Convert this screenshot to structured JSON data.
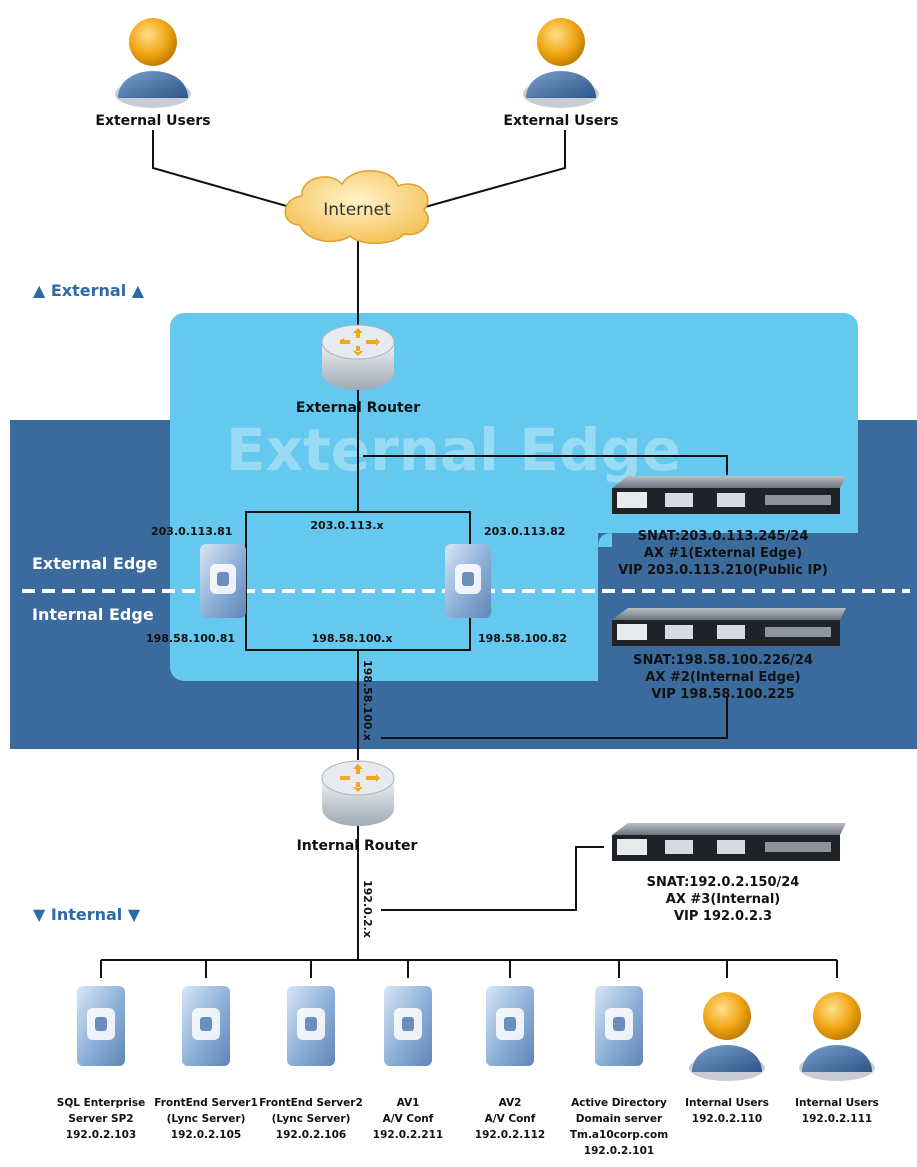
{
  "external_zone_label": "▲ External ▲",
  "internal_zone_label": "▼ Internal ▼",
  "watermark": "External Edge",
  "external_edge_label": "External Edge",
  "internal_edge_label": "Internal Edge",
  "external_users": [
    {
      "label": "External Users"
    },
    {
      "label": "External Users"
    }
  ],
  "internet_label": "Internet",
  "external_router_label": "External Router",
  "internal_router_label": "Internal Router",
  "subnets": {
    "top": "203.0.113.x",
    "bottom": "198.58.100.x",
    "vertical": "198.58.100.x",
    "internal": "192.0.2.x"
  },
  "adc_ips": {
    "left_top": "203.0.113.81",
    "left_bottom": "198.58.100.81",
    "right_top": "203.0.113.82",
    "right_bottom": "198.58.100.82"
  },
  "ax_devices": [
    {
      "lines": [
        "SNAT:203.0.113.245/24",
        "AX #1(External Edge)",
        "VIP 203.0.113.210(Public IP)"
      ]
    },
    {
      "lines": [
        "SNAT:198.58.100.226/24",
        "AX #2(Internal Edge)",
        "VIP 198.58.100.225"
      ]
    },
    {
      "lines": [
        "SNAT:192.0.2.150/24",
        "AX #3(Internal)",
        "VIP 192.0.2.3"
      ]
    }
  ],
  "nodes": [
    {
      "kind": "server",
      "lines": [
        "SQL Enterprise",
        "Server SP2",
        "192.0.2.103"
      ]
    },
    {
      "kind": "server",
      "lines": [
        "FrontEnd Server1",
        "(Lync Server)",
        "192.0.2.105"
      ]
    },
    {
      "kind": "server",
      "lines": [
        "FrontEnd Server2",
        "(Lync Server)",
        "192.0.2.106"
      ]
    },
    {
      "kind": "server",
      "lines": [
        "AV1",
        "A/V Conf",
        "192.0.2.211"
      ]
    },
    {
      "kind": "server",
      "lines": [
        "AV2",
        "A/V Conf",
        "192.0.2.112"
      ]
    },
    {
      "kind": "server",
      "lines": [
        "Active Directory",
        "Domain server",
        "Tm.a10corp.com",
        "192.0.2.101"
      ]
    },
    {
      "kind": "user",
      "lines": [
        "Internal Users",
        "192.0.2.110"
      ]
    },
    {
      "kind": "user",
      "lines": [
        "Internal Users",
        "192.0.2.111"
      ]
    }
  ],
  "colors": {
    "dark_band": "#3b6b9c",
    "light_panel": "#64c8ef",
    "zone_text": "#2f6aa8",
    "user_head": "#f2a818",
    "user_body": "#43699a"
  }
}
